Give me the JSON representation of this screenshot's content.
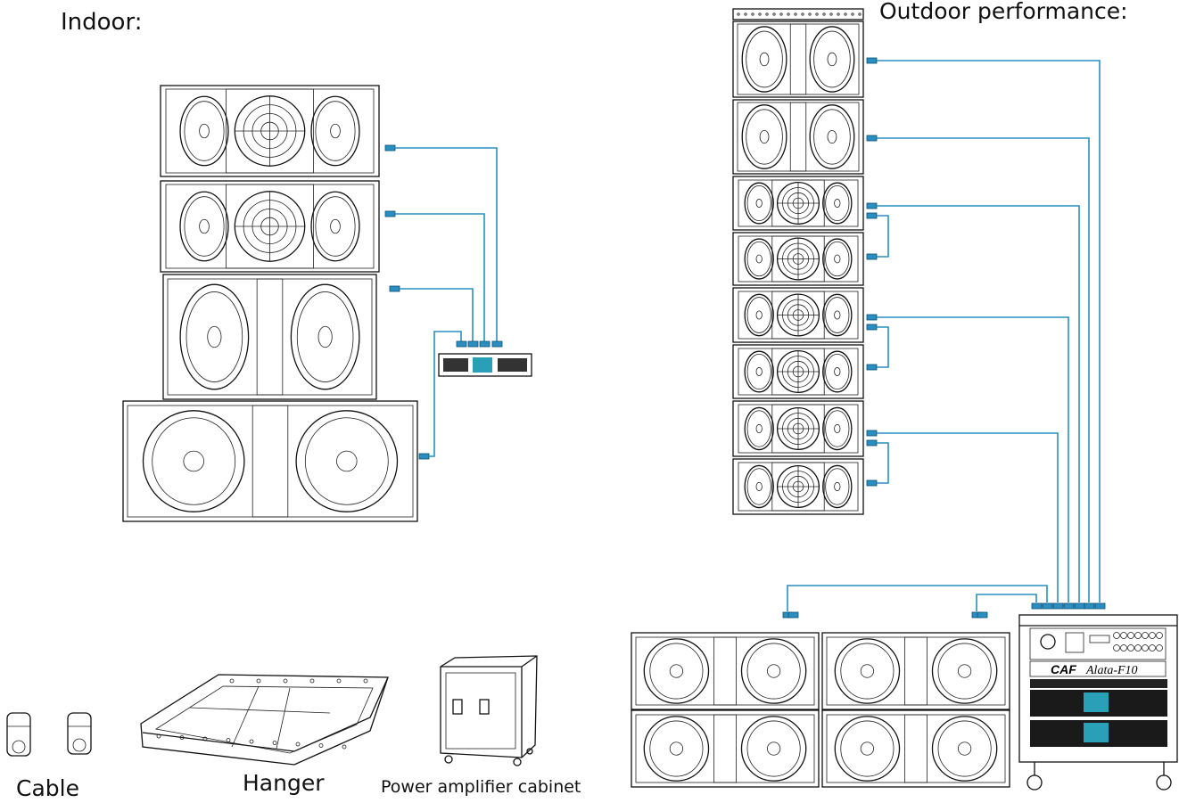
{
  "labels": {
    "indoor": "Indoor:",
    "outdoor": "Outdoor performance:",
    "cable": "Cable",
    "hanger": "Hanger",
    "cabinet": "Power amplifier cabinet"
  },
  "rack": {
    "brand": "CAF",
    "model": "Alata-F10"
  },
  "colors": {
    "cable": "#2a8fc0",
    "line": "#111111"
  }
}
